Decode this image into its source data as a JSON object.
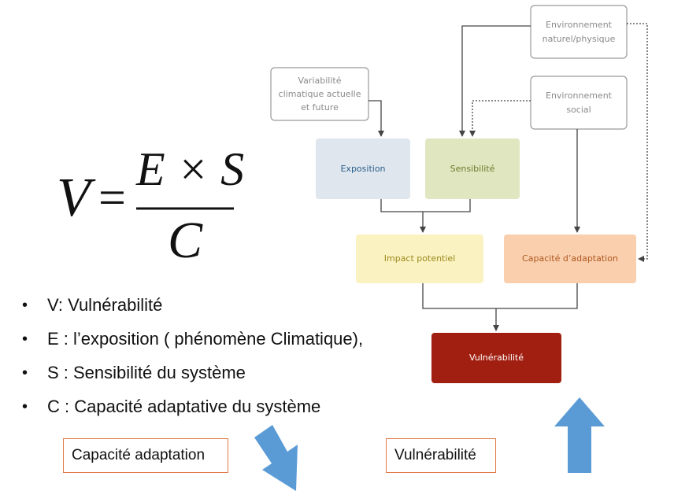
{
  "formula": {
    "lhs": "V",
    "equals": "=",
    "numerator": "E × S",
    "denominator": "C"
  },
  "bullets": [
    "V: Vulnérabilité",
    "E :  l’exposition ( phénomène Climatique),",
    "S : Sensibilité du système",
    "C : Capacité adaptative du système"
  ],
  "labels": {
    "capacite": "Capacité adaptation",
    "vulnerabilite": "Vulnérabilité"
  },
  "nodes": {
    "variabilite": "Variabilité climatique actuelle et future",
    "env_naturel": "Environnement naturel/physique",
    "env_social": "Environnement social",
    "exposition": "Exposition",
    "sensibilite": "Sensibilité",
    "impact": "Impact potentiel",
    "capacite": "Capacité d’adaptation",
    "vulnerabilite": "Vulnérabilité"
  },
  "colors": {
    "exposition": "#dfe6ee",
    "sensibilite": "#dfe6c0",
    "impact": "#fbf2c2",
    "capacite": "#f9cfae",
    "vulnerabilite": "#a11f10",
    "arrow_blue": "#5b9bd5",
    "label_border": "#e07b4a"
  }
}
